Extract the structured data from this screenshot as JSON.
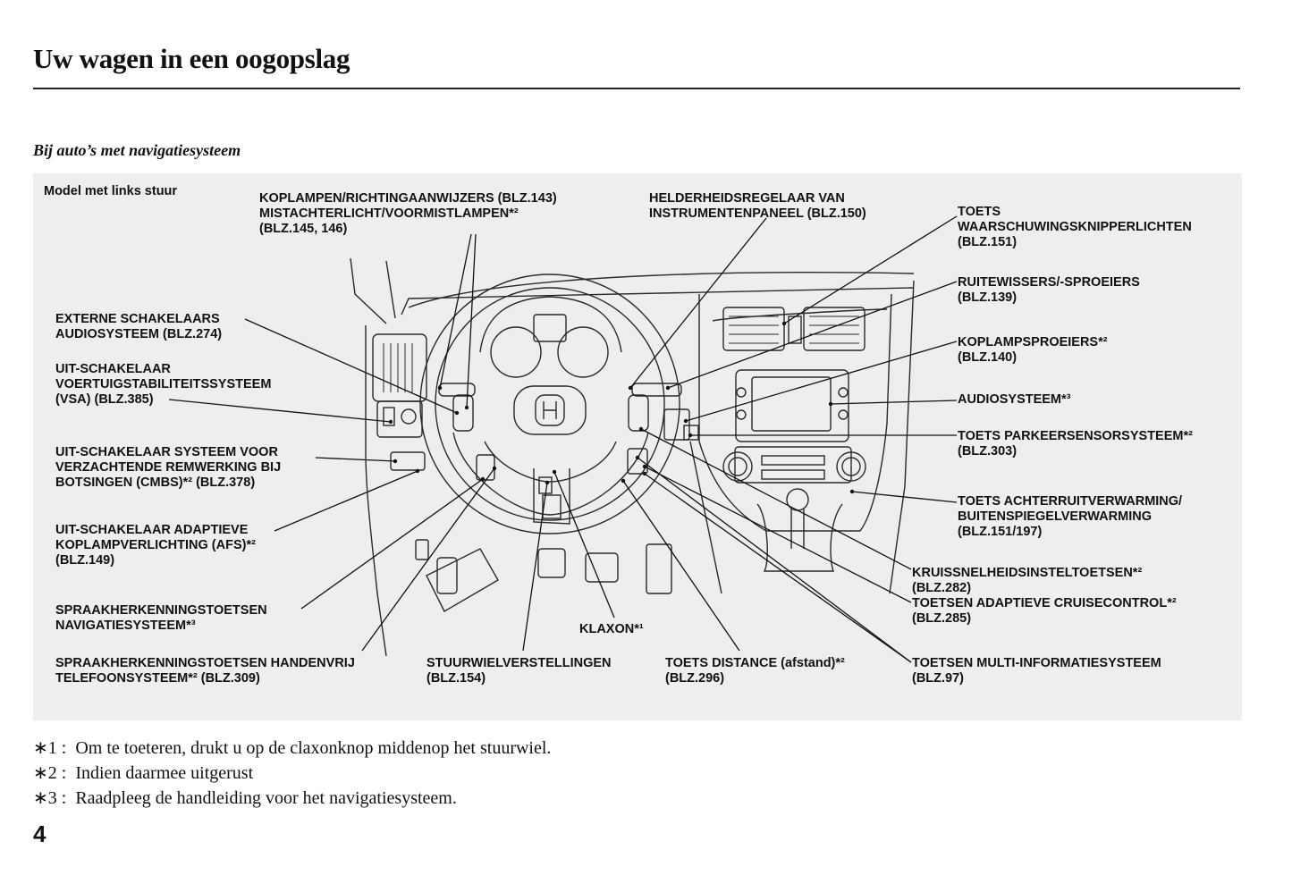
{
  "header": {
    "title": "Uw wagen in een oogopslag",
    "subtitle": "Bij auto’s met navigatiesysteem"
  },
  "diagram": {
    "model": "Model met links stuur",
    "labels": {
      "koplampen": "KOPLAMPEN/RICHTINGAANWIJZERS (BLZ.143)\nMISTACHTERLICHT/VOORMISTLAMPEN*²\n(BLZ.145, 146)",
      "helderheid": "HELDERHEIDSREGELAAR VAN\nINSTRUMENTENPANEEL (BLZ.150)",
      "waarschuwing": "TOETS\nWAARSCHUWINGSKNIPPERLICHTEN\n(BLZ.151)",
      "ruitewissers": "RUITEWISSERS/-SPROEIERS\n(BLZ.139)",
      "koplampsproeiers": "KOPLAMPSPROEIERS*²\n(BLZ.140)",
      "audiosysteem": "AUDIOSYSTEEM*³",
      "parkeersensor": "TOETS PARKEERSENSORSYSTEEM*²\n(BLZ.303)",
      "achterruit": "TOETS ACHTERRUITVERWARMING/\nBUITENSPIEGELVERWARMING\n(BLZ.151/197)",
      "kruissnelheid": "KRUISSNELHEIDSINSTELTOETSEN*²\n(BLZ.282)\nTOETSEN ADAPTIEVE CRUISECONTROL*²\n(BLZ.285)",
      "multi_info": "TOETSEN MULTI-INFORMATIESYSTEEM\n(BLZ.97)",
      "extern_audio": "EXTERNE SCHAKELAARS\nAUDIOSYSTEEM (BLZ.274)",
      "vsa": "UIT-SCHAKELAAR\nVOERTUIGSTABILITEITSSYSTEEM\n(VSA) (BLZ.385)",
      "cmbs": "UIT-SCHAKELAAR SYSTEEM VOOR\nVERZACHTENDE REMWERKING BIJ\nBOTSINGEN (CMBS)*² (BLZ.378)",
      "afs": "UIT-SCHAKELAAR ADAPTIEVE\nKOPLAMPVERLICHTING (AFS)*²\n(BLZ.149)",
      "spraak_nav": "SPRAAKHERKENNINGSTOETSEN\nNAVIGATIESYSTEEM*³",
      "spraak_tel": "SPRAAKHERKENNINGSTOETSEN HANDENVRIJ\nTELEFOONSYSTEEM*² (BLZ.309)",
      "stuurwiel": "STUURWIELVERSTELLINGEN\n(BLZ.154)",
      "klaxon": "KLAXON*¹",
      "distance": "TOETS DISTANCE (afstand)*²\n(BLZ.296)"
    }
  },
  "footnotes": [
    "∗1 :  Om te toeteren, drukt u op de claxonknop middenop het stuurwiel.",
    "∗2 :  Indien daarmee uitgerust",
    "∗3 :  Raadpleeg de handleiding voor het navigatiesysteem."
  ],
  "page_number": "4"
}
